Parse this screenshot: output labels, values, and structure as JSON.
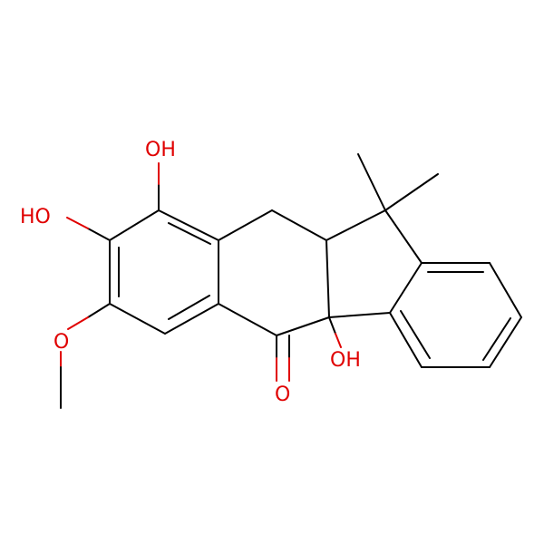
{
  "molecule": {
    "atom_color": "#e00000",
    "bond_color": "#000000",
    "labels": {
      "oh_top": "OH",
      "oh_left": "HO",
      "oh_bridge": "OH",
      "methoxy_o": "O",
      "carbonyl_o": "O"
    }
  }
}
